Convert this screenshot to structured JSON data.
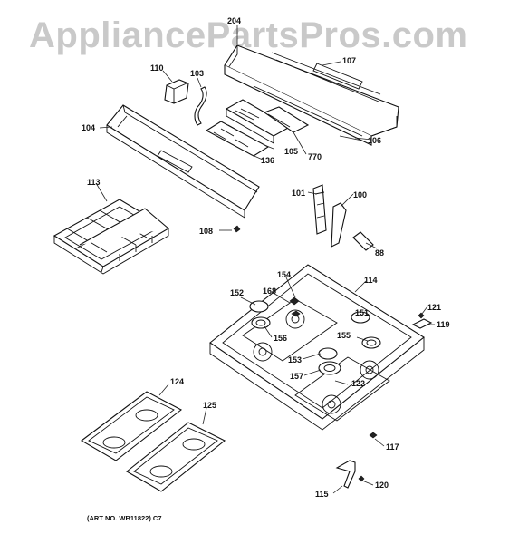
{
  "watermark": "AppliancePartsPros.com",
  "art_note": "(ART NO. WB11822) C7",
  "callouts": {
    "c204": "204",
    "c107": "107",
    "c110": "110",
    "c103": "103",
    "c104": "104",
    "c106": "106",
    "c105": "105",
    "c770": "770",
    "c136": "136",
    "c113": "113",
    "c101": "101",
    "c100": "100",
    "c108": "108",
    "c88": "88",
    "c154": "154",
    "c114": "114",
    "c152": "152",
    "c168": "168",
    "c121": "121",
    "c151": "151",
    "c119": "119",
    "c156": "156",
    "c155": "155",
    "c153": "153",
    "c157": "157",
    "c122": "122",
    "c124": "124",
    "c125": "125",
    "c117": "117",
    "c120": "120",
    "c115": "115"
  }
}
